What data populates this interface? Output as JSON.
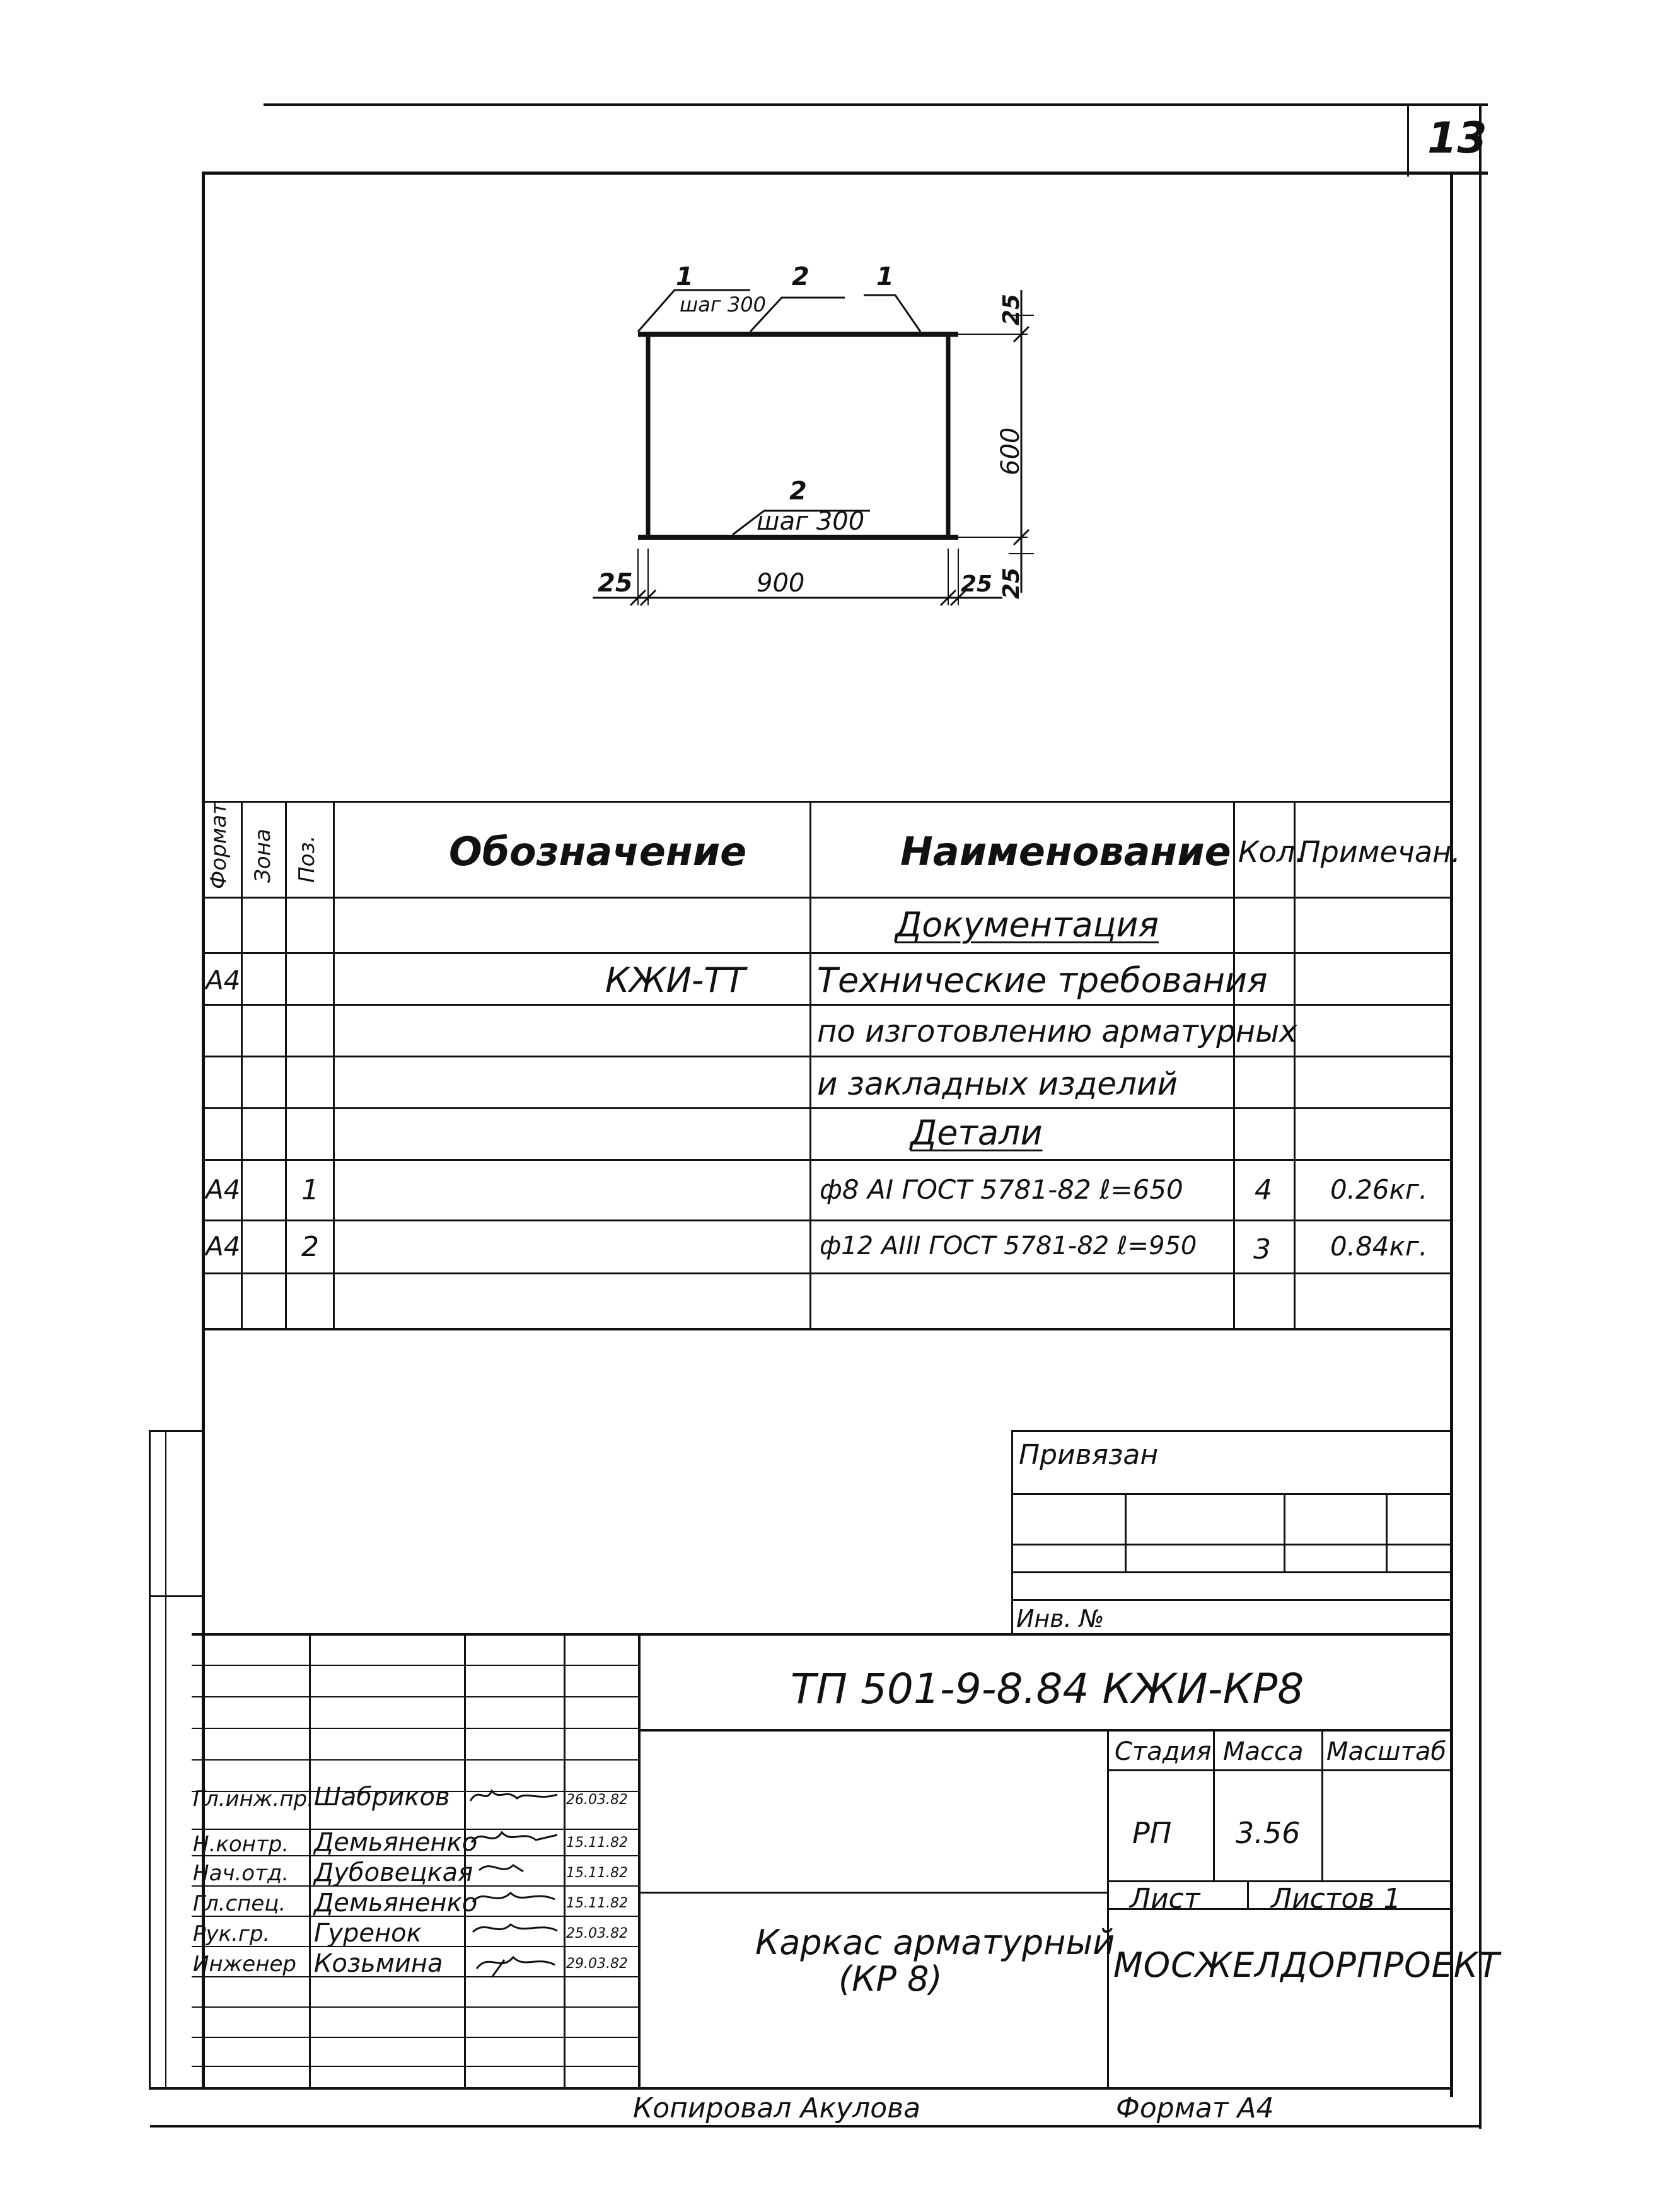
{
  "sheet": {
    "page_number": "13"
  },
  "drawing": {
    "label_pos1_left": "1",
    "label_pos2_top": "2",
    "label_pos1_right": "1",
    "step_top": "шаг 300",
    "step_bottom": "шаг 300",
    "label_pos2_bottom": "2",
    "dim_top_right": "25",
    "dim_height": "600",
    "dim_bottom_right": "25",
    "dim_left": "25",
    "dim_width": "900",
    "dim_right": "25"
  },
  "spec": {
    "headers": {
      "format": "Формат",
      "zone": "Зона",
      "pos": "Поз.",
      "designation": "Обозначение",
      "name": "Наименование",
      "qty": "Кол.",
      "note": "Примечан."
    },
    "rows": [
      {
        "format": "",
        "pos": "",
        "designation": "",
        "name": "Документация",
        "qty": "",
        "note": "",
        "heading": true
      },
      {
        "format": "А4",
        "pos": "",
        "designation": "КЖИ-ТТ",
        "name": "Технические требования",
        "qty": "",
        "note": ""
      },
      {
        "format": "",
        "pos": "",
        "designation": "",
        "name": "по изготовлению арматурных",
        "qty": "",
        "note": ""
      },
      {
        "format": "",
        "pos": "",
        "designation": "",
        "name": "и закладных изделий",
        "qty": "",
        "note": ""
      },
      {
        "format": "",
        "pos": "",
        "designation": "",
        "name": "Детали",
        "qty": "",
        "note": "",
        "heading": true
      },
      {
        "format": "А4",
        "pos": "1",
        "designation": "",
        "name": "ф8 АI ГОСТ 5781-82  ℓ=650",
        "qty": "4",
        "note": "0.26кг."
      },
      {
        "format": "А4",
        "pos": "2",
        "designation": "",
        "name": "ф12 АIII ГОСТ 5781-82  ℓ=950",
        "qty": "3",
        "note": "0.84кг."
      },
      {
        "format": "",
        "pos": "",
        "designation": "",
        "name": "",
        "qty": "",
        "note": ""
      }
    ]
  },
  "stamp": {
    "privyazan": "Привязан",
    "inv_no": "Инв. №",
    "doc_code": "ТП 501-9-8.84  КЖИ-КР8",
    "stage_label": "Стадия",
    "mass_label": "Масса",
    "scale_label": "Масштаб",
    "stage_value": "РП",
    "mass_value": "3.56",
    "sheet_label": "Лист",
    "sheets_label": "Листов 1",
    "title_line1": "Каркас арматурный",
    "title_line2": "(КР 8)",
    "org": "МОСЖЕЛДОРПРОЕКТ",
    "signers": [
      {
        "role": "Гл.инж.пр.",
        "name": "Шабриков",
        "date": "26.03.82"
      },
      {
        "role": "Н.контр.",
        "name": "Демьяненко",
        "date": "15.11.82"
      },
      {
        "role": "Нач.отд.",
        "name": "Дубовецкая",
        "date": "15.11.82"
      },
      {
        "role": "Гл.спец.",
        "name": "Демьяненко",
        "date": "15.11.82"
      },
      {
        "role": "Рук.гр.",
        "name": "Гуренок",
        "date": "25.03.82"
      },
      {
        "role": "Инженер",
        "name": "Козьмина",
        "date": "29.03.82"
      }
    ]
  },
  "footer": {
    "copied": "Копировал Акулова",
    "format": "Формат А4"
  }
}
